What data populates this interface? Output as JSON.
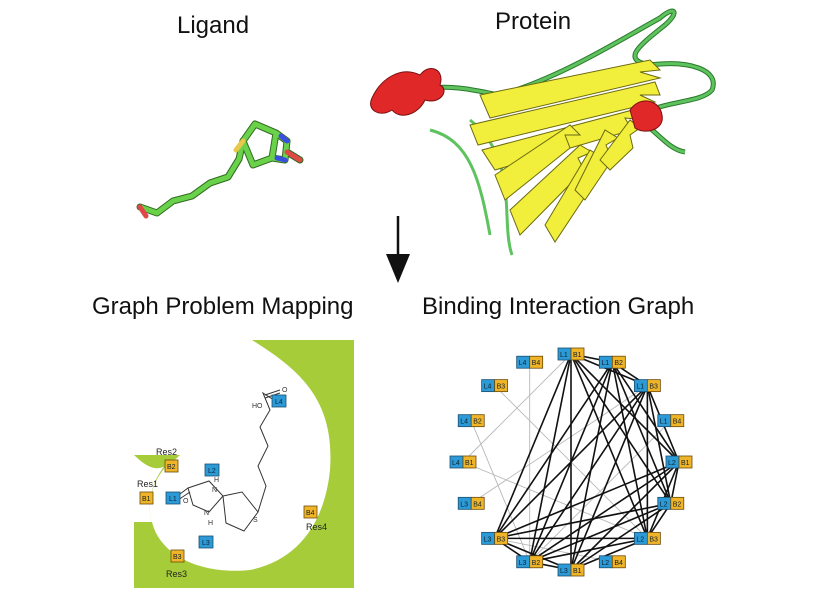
{
  "titles": {
    "ligand": "Ligand",
    "protein": "Protein",
    "mapping": "Graph Problem Mapping",
    "graph": "Binding Interaction Graph"
  },
  "mapping": {
    "ligand_labels": [
      "L1",
      "L2",
      "L3",
      "L4"
    ],
    "residue_labels": [
      "B1",
      "B2",
      "B3",
      "B4"
    ],
    "residue_names": [
      "Res1",
      "Res2",
      "Res3",
      "Res4"
    ],
    "chem_labels": [
      "HO",
      "O",
      "H",
      "N",
      "N",
      "H",
      "O",
      "S"
    ]
  },
  "graph": {
    "nodes": [
      {
        "ligand": "L1",
        "residue": "B1"
      },
      {
        "ligand": "L1",
        "residue": "B2"
      },
      {
        "ligand": "L1",
        "residue": "B3"
      },
      {
        "ligand": "L1",
        "residue": "B4"
      },
      {
        "ligand": "L2",
        "residue": "B1"
      },
      {
        "ligand": "L2",
        "residue": "B2"
      },
      {
        "ligand": "L2",
        "residue": "B3"
      },
      {
        "ligand": "L2",
        "residue": "B4"
      },
      {
        "ligand": "L3",
        "residue": "B1"
      },
      {
        "ligand": "L3",
        "residue": "B2"
      },
      {
        "ligand": "L3",
        "residue": "B3"
      },
      {
        "ligand": "L3",
        "residue": "B4"
      },
      {
        "ligand": "L4",
        "residue": "B1"
      },
      {
        "ligand": "L4",
        "residue": "B2"
      },
      {
        "ligand": "L4",
        "residue": "B3"
      },
      {
        "ligand": "L4",
        "residue": "B4"
      }
    ],
    "edges_strong": [
      [
        0,
        1
      ],
      [
        0,
        2
      ],
      [
        0,
        4
      ],
      [
        0,
        5
      ],
      [
        0,
        6
      ],
      [
        0,
        8
      ],
      [
        0,
        9
      ],
      [
        0,
        10
      ],
      [
        1,
        2
      ],
      [
        1,
        4
      ],
      [
        1,
        5
      ],
      [
        1,
        6
      ],
      [
        1,
        8
      ],
      [
        1,
        9
      ],
      [
        1,
        10
      ],
      [
        2,
        4
      ],
      [
        2,
        5
      ],
      [
        2,
        6
      ],
      [
        2,
        8
      ],
      [
        2,
        9
      ],
      [
        2,
        10
      ],
      [
        4,
        5
      ],
      [
        4,
        6
      ],
      [
        4,
        8
      ],
      [
        4,
        9
      ],
      [
        4,
        10
      ],
      [
        5,
        6
      ],
      [
        5,
        8
      ],
      [
        5,
        9
      ],
      [
        5,
        10
      ],
      [
        6,
        8
      ],
      [
        6,
        9
      ],
      [
        6,
        10
      ],
      [
        8,
        9
      ],
      [
        8,
        10
      ],
      [
        9,
        10
      ]
    ],
    "edges_weak": [
      [
        12,
        0
      ],
      [
        13,
        9
      ],
      [
        14,
        6
      ],
      [
        15,
        9
      ],
      [
        12,
        6
      ],
      [
        3,
        9
      ],
      [
        11,
        2
      ],
      [
        7,
        10
      ]
    ]
  }
}
